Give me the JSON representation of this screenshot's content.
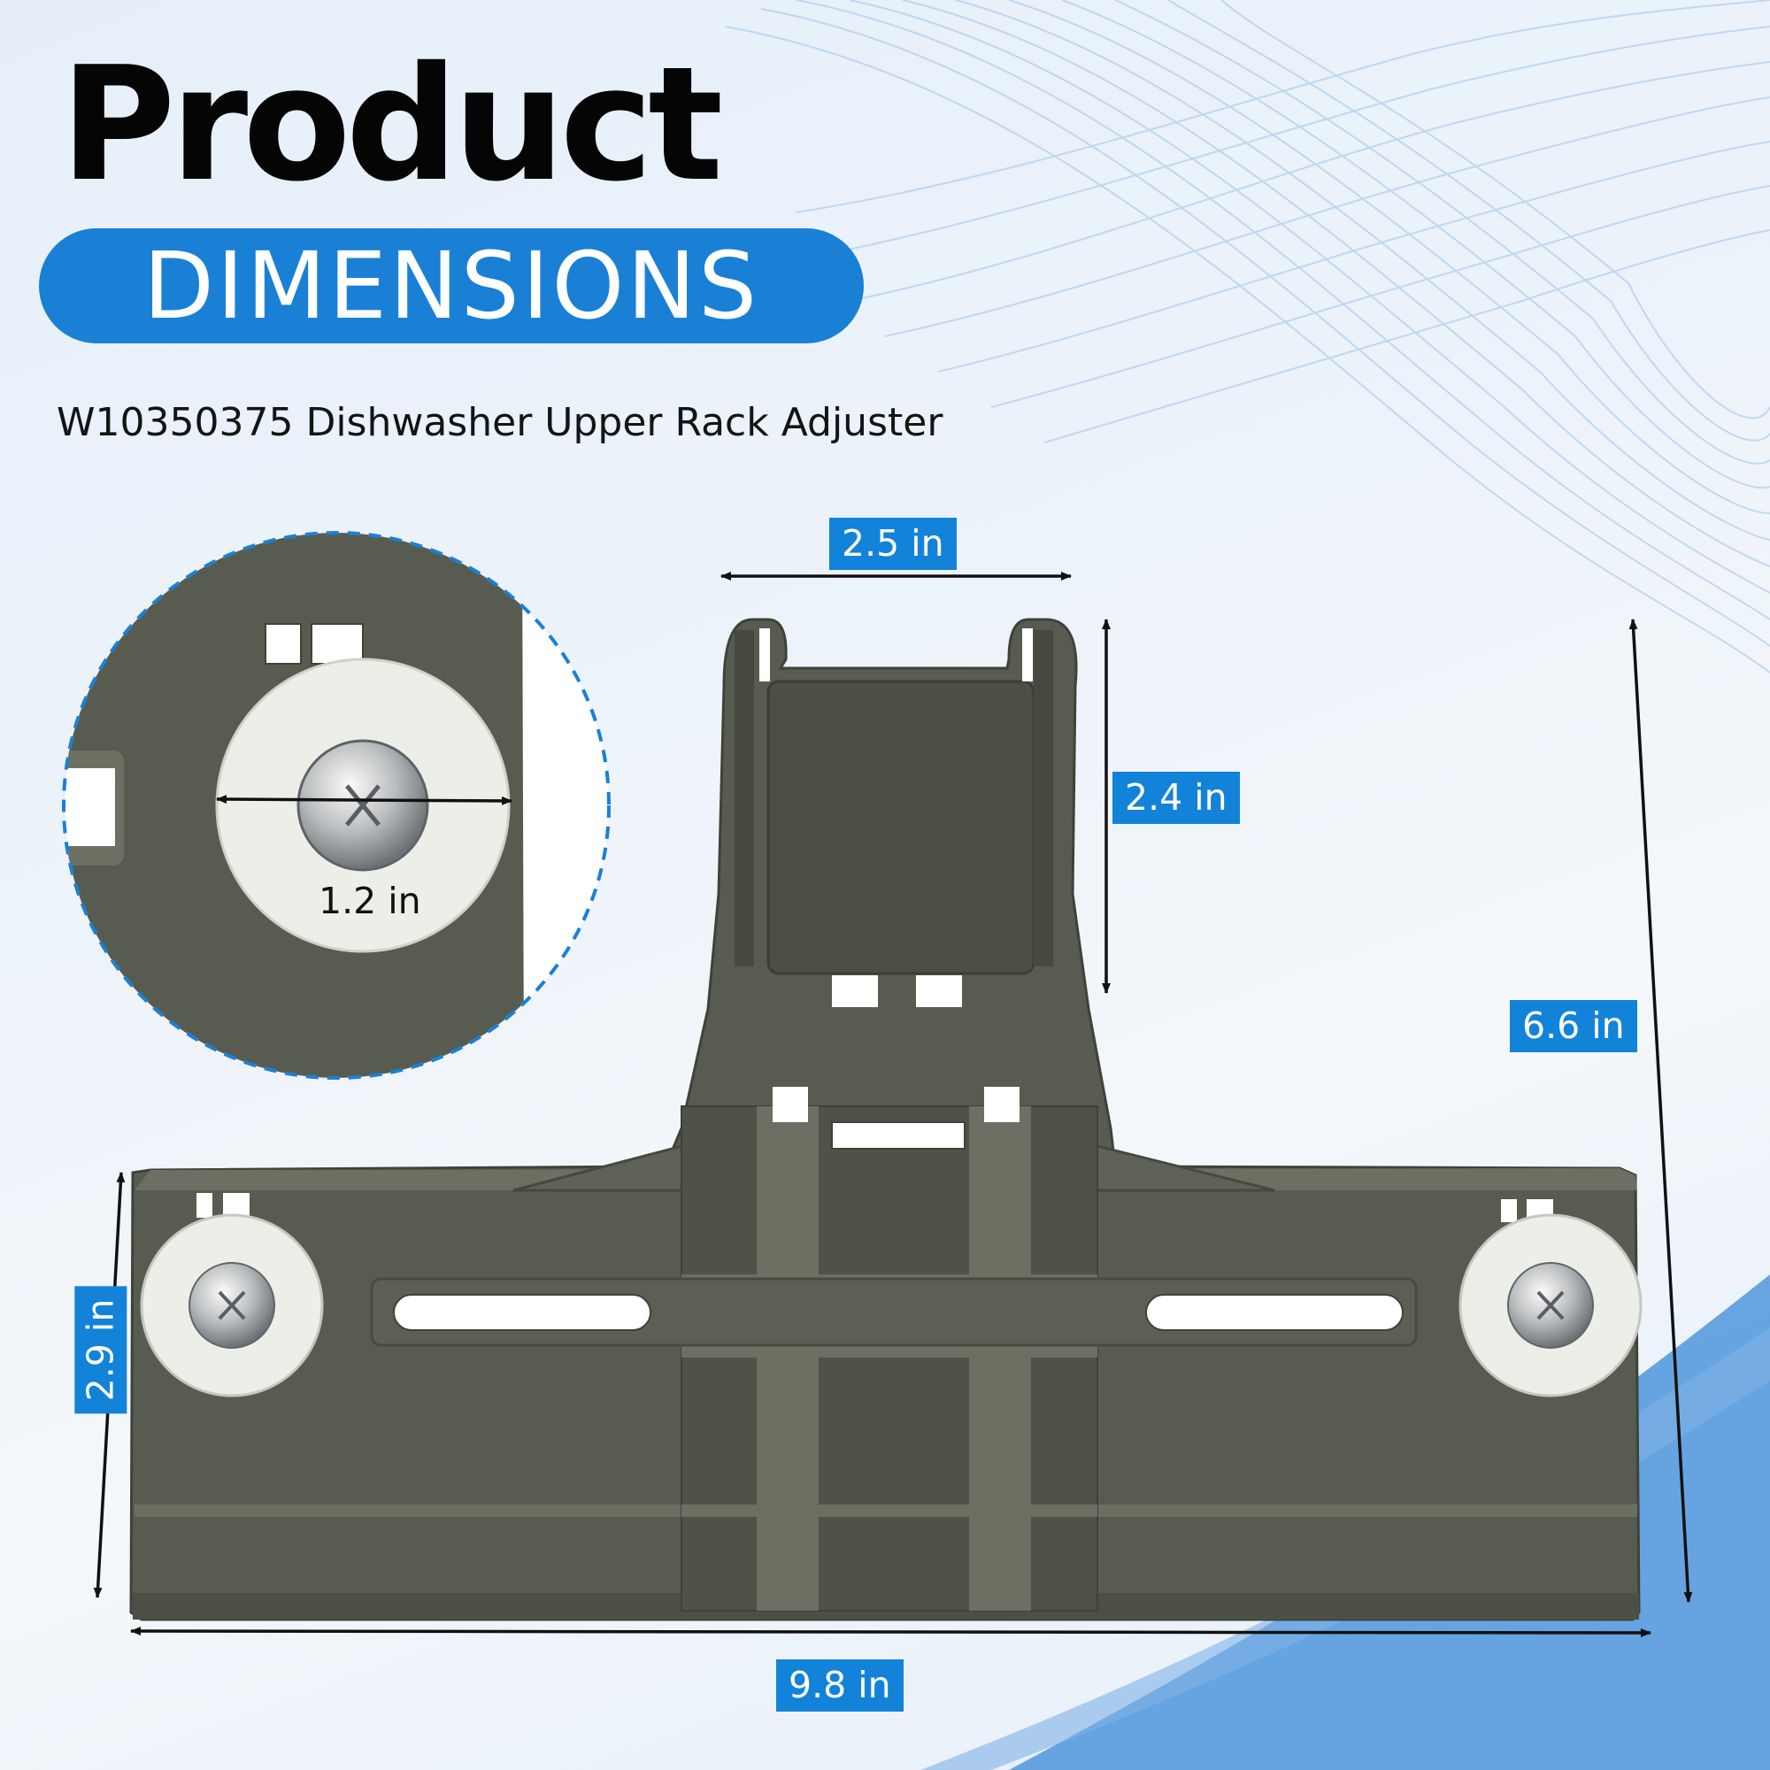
{
  "header": {
    "title": "Product",
    "badge": "DIMENSIONS",
    "subtitle": "W10350375 Dishwasher Upper Rack Adjuster"
  },
  "dimensions": {
    "top_width": "2.5 in",
    "top_height": "2.4 in",
    "total_height": "6.6 in",
    "side_height": "2.9 in",
    "total_width": "9.8 in",
    "wheel_diameter": "1.2 in"
  },
  "colors": {
    "accent": "#1283d9",
    "part": "#585c50",
    "wheel": "#eceee8"
  }
}
